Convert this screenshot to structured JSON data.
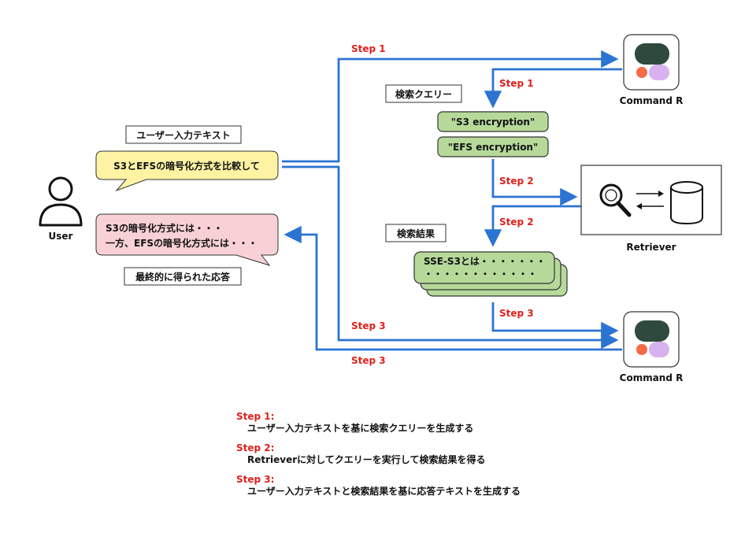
{
  "diagram": {
    "user_label": "User",
    "input_caption": "ユーザー入力テキスト",
    "input_bubble": "S3とEFSの暗号化方式を比較して",
    "answer_line1": "S3の暗号化方式には・・・",
    "answer_line2": "一方、EFSの暗号化方式には・・・",
    "answer_caption": "最終的に得られた応答",
    "query_caption": "検索クエリー",
    "query_1": "\"S3 encryption\"",
    "query_2": "\"EFS encryption\"",
    "results_caption": "検索結果",
    "result_line1": "SSE-S3とは・・・・・・・",
    "result_line2": "・・・・・・・・・・・・",
    "model_top_label": "Command R",
    "model_bottom_label": "Command R",
    "retriever_label": "Retriever",
    "steps": {
      "step1_top": "Step 1",
      "step1_query": "Step 1",
      "step2_retriever": "Step 2",
      "step2_results": "Step 2",
      "step3_center": "Step 3",
      "step3_to_model": "Step 3",
      "step3_to_user": "Step 3"
    }
  },
  "legend": [
    {
      "title": "Step 1:",
      "desc": "ユーザー入力テキストを基に検索クエリーを生成する"
    },
    {
      "title": "Step 2:",
      "desc": "Retrieverに対してクエリーを実行して検索結果を得る"
    },
    {
      "title": "Step 3:",
      "desc": "ユーザー入力テキストと検索結果を基に応答テキストを生成する"
    }
  ],
  "colors": {
    "arrow": "#2b74d2",
    "step_text": "#e0201c",
    "input_bubble": "#fdf3a3",
    "answer_bubble": "#f8d1d6",
    "query_box": "#b6d99a",
    "logo_dark": "#2f4a3c",
    "logo_orange": "#f46b46",
    "logo_purple": "#d7b2ee"
  }
}
